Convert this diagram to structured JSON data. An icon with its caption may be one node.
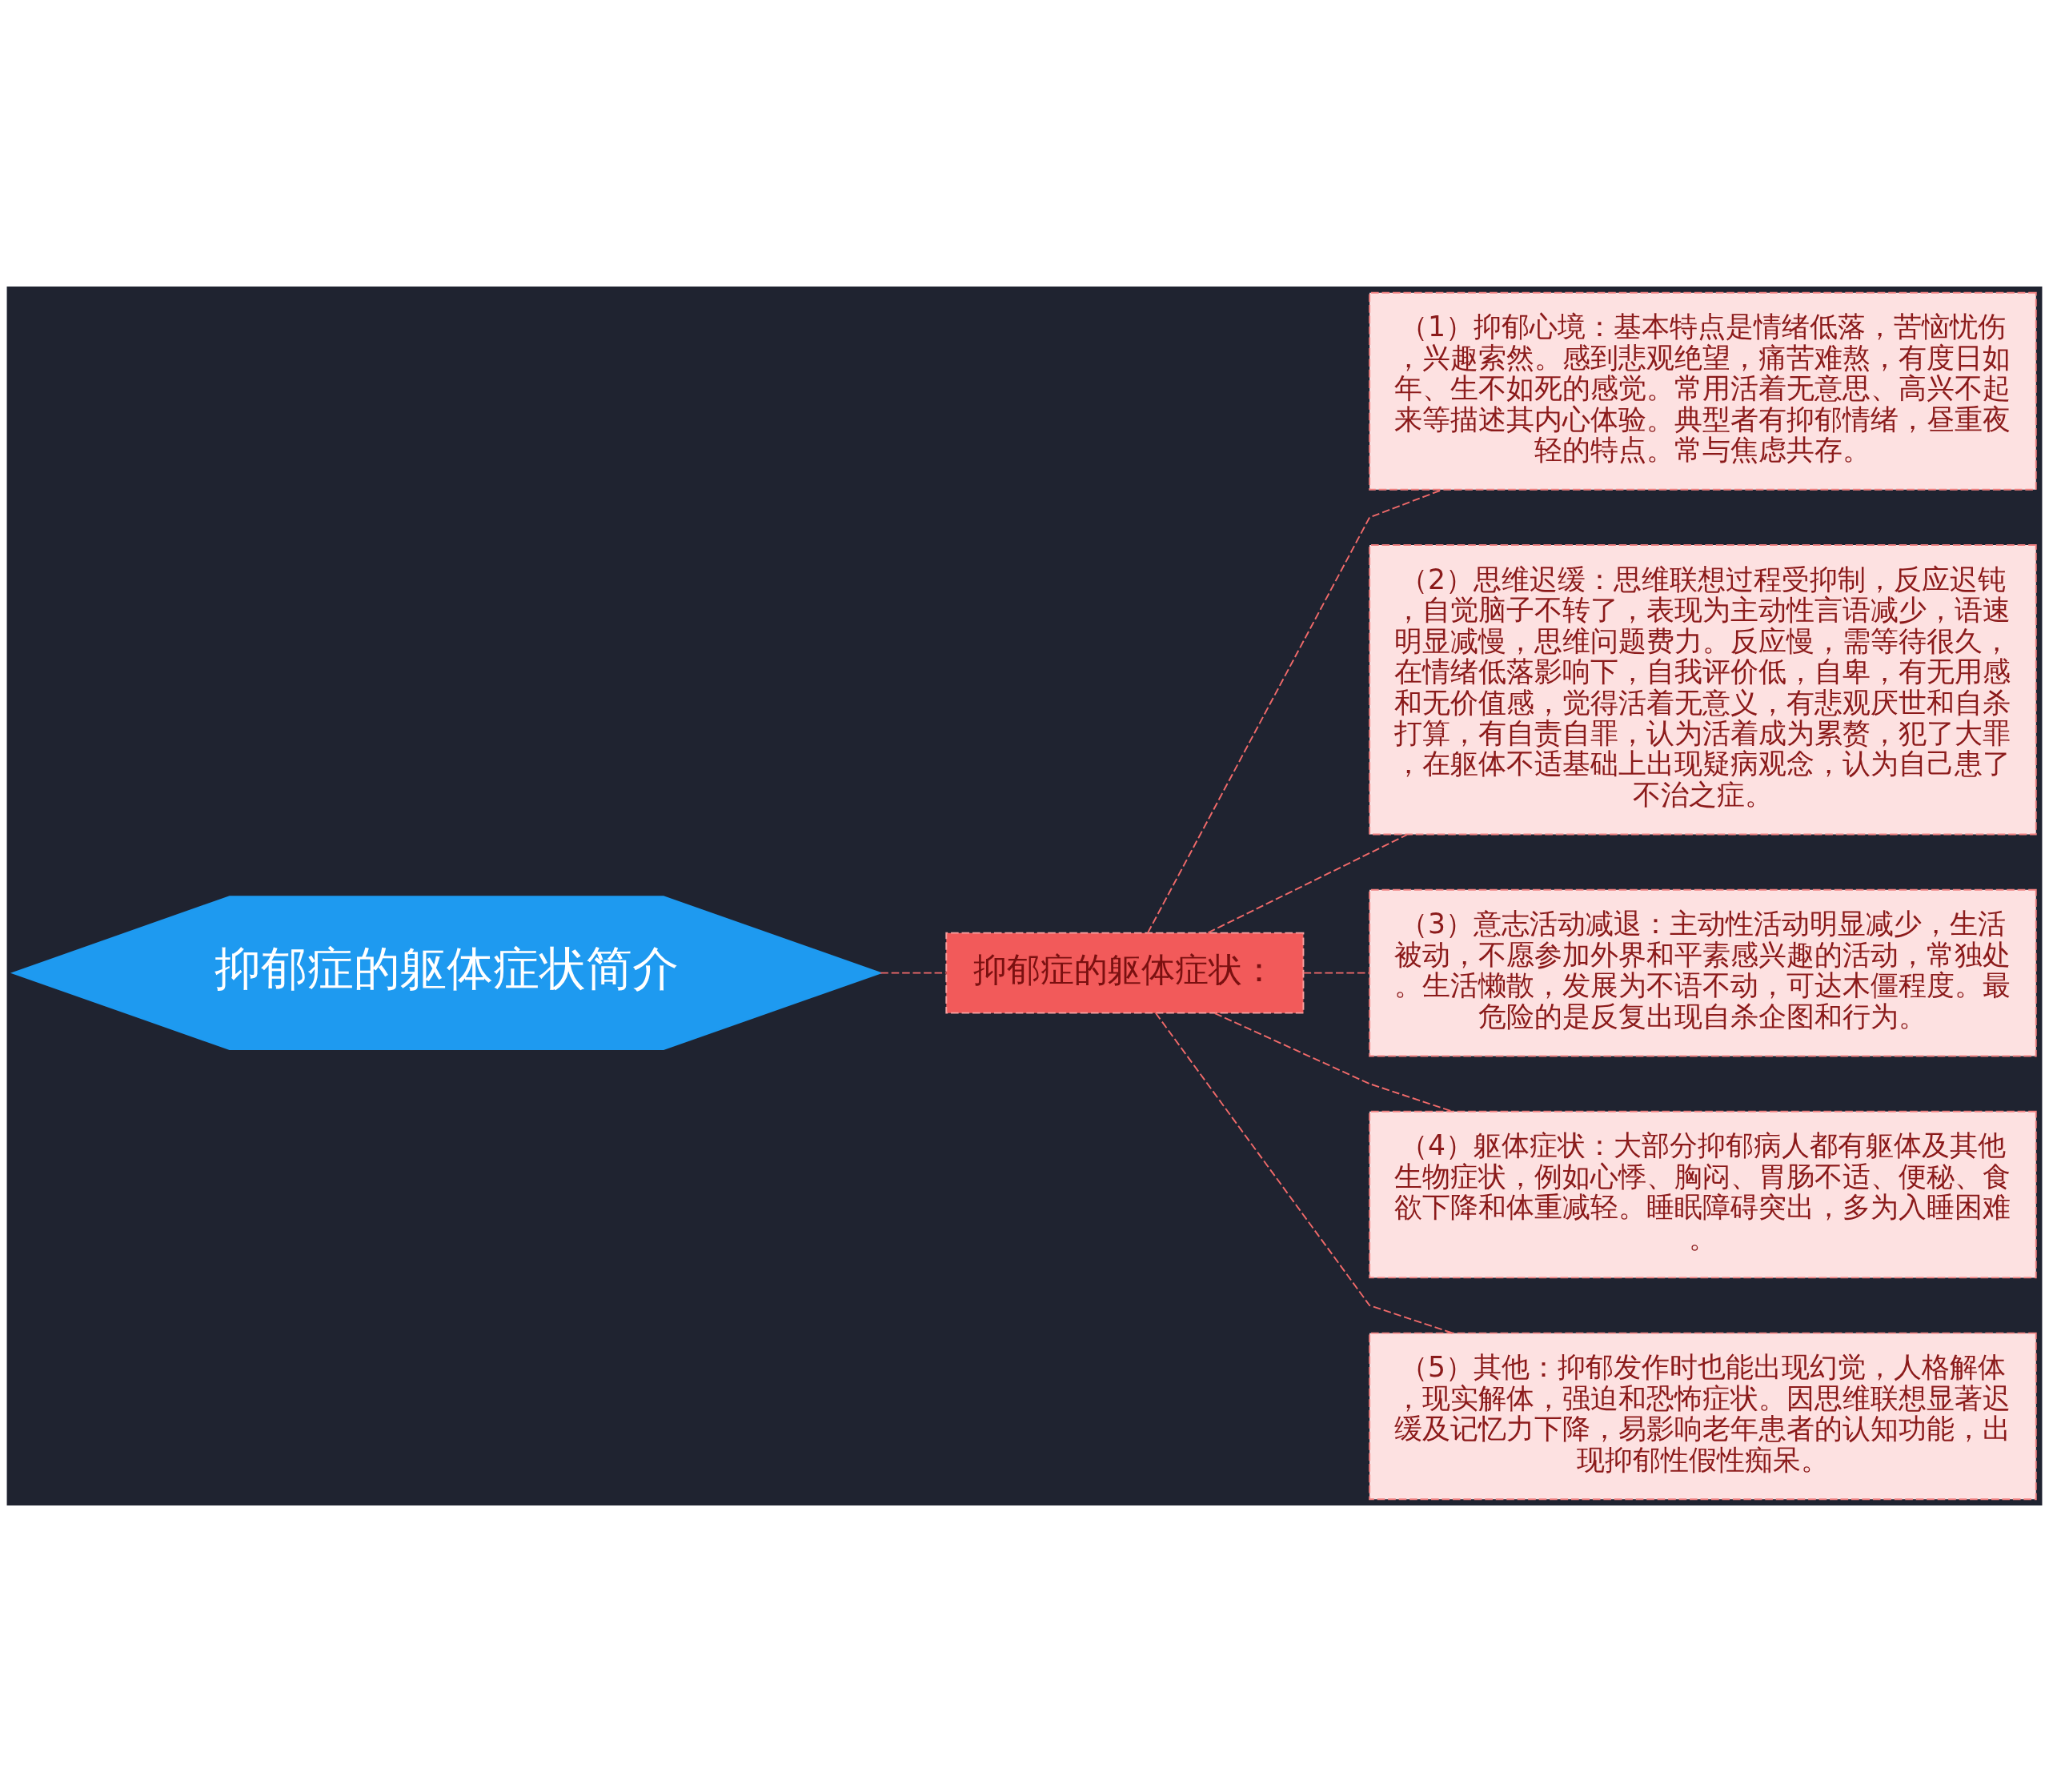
{
  "diagram": {
    "nodes": [
      {
        "text": [
          "抑郁症的躯体症状简介"
        ]
      },
      {
        "text": [
          "抑郁症的躯体症状："
        ]
      },
      {
        "text": [
          "（1）抑郁心境：基本特点是情绪低落，苦恼忧伤，兴趣索然。感到悲观绝望，痛苦难熬，有度日如年、生不如死的感觉。常用活着无意思、高兴不起来等描述其内心体验。典型者有抑郁情绪，昼重夜轻的特点。常与焦虑共存。"
        ]
      },
      {
        "text": [
          "（2）思维迟缓：思维联想过程受抑制，反应迟钝，自觉脑子不转了，表现为主动性言语减少，语速明显减慢，思维问题费力。反应慢，需等待很久，在情绪低落影响下，自我评价低，自卑，有无用感和无价值感，觉得活着无意义，有悲观厌世和自杀打算，有自责自罪，认为活着成为累赘，犯了大罪，在躯体不适基础上出现疑病观念，认为自己患了不治之症。"
        ]
      },
      {
        "text": [
          "（3）意志活动减退：主动性活动明显减少，生活被动，不愿参加外界和平素感兴趣的活动，常独处。生活懒散，发展为不语不动，可达木僵程度。最危险的是反复出现自杀企图和行为。"
        ]
      },
      {
        "text": [
          "（4）躯体症状：大部分抑郁病人都有躯体及其他生物症状，例如心悸、胸闷、胃肠不适、便秘、食欲下降和体重减轻。睡眠障碍突出，多为入睡困难。"
        ]
      },
      {
        "text": [
          "（5）其他：抑郁发作时也能出现幻觉，人格解体，现实解体，强迫和恐怖症状。因思维联想显著迟缓及记忆力下降，易影响老年患者的认知功能，出现抑郁性假性痴呆。"
        ]
      }
    ],
    "edges": [
      {
        "from": 0,
        "to": 1,
        "arrow": "none",
        "style": "dashed"
      },
      {
        "from": 1,
        "to": 2,
        "arrow": "none",
        "style": "dashed"
      },
      {
        "from": 1,
        "to": 3,
        "arrow": "none",
        "style": "dashed"
      },
      {
        "from": 1,
        "to": 4,
        "arrow": "none",
        "style": "dashed"
      },
      {
        "from": 1,
        "to": 5,
        "arrow": "none",
        "style": "dashed"
      },
      {
        "from": 1,
        "to": 6,
        "arrow": "none",
        "style": "dashed"
      }
    ]
  }
}
